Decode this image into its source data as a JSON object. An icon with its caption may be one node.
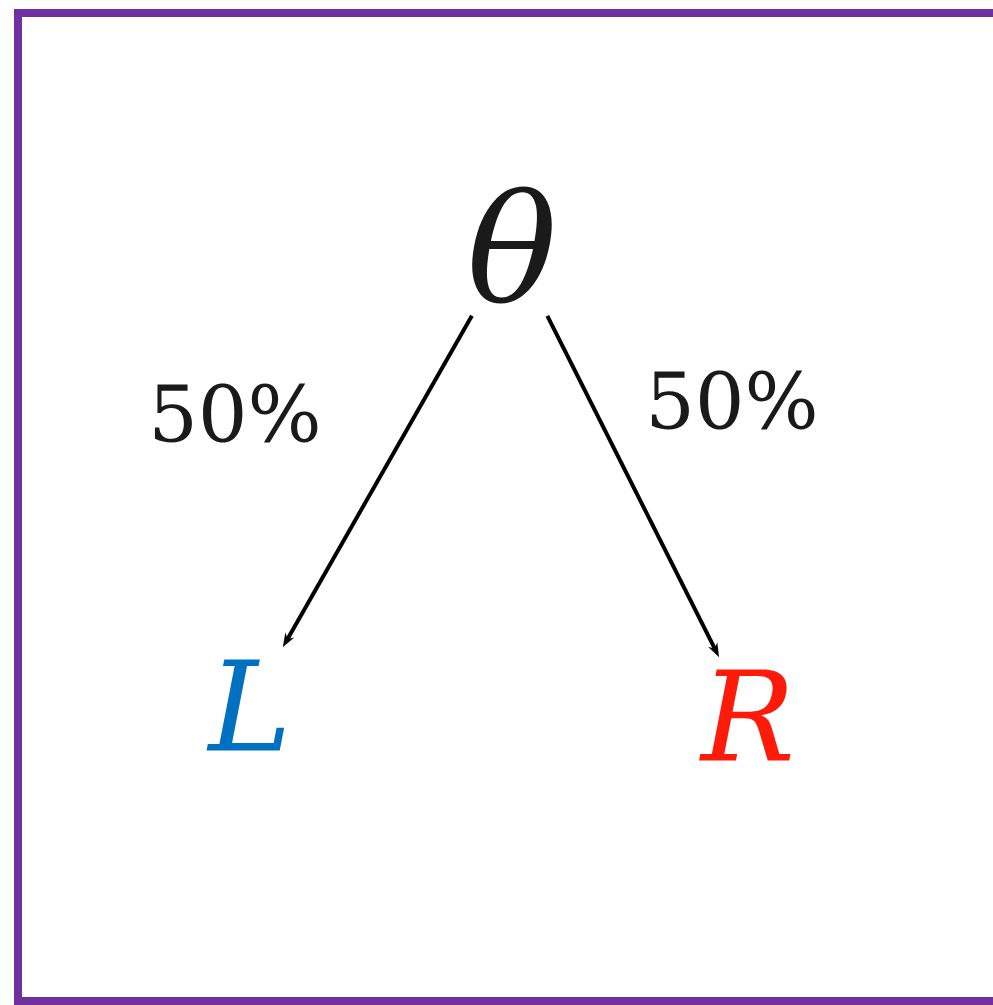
{
  "diagram": {
    "nodes": [
      {
        "text": [
          "θ"
        ]
      },
      {
        "text": [
          "L"
        ]
      },
      {
        "text": [
          "R"
        ]
      }
    ],
    "edges": [
      {
        "from": 0,
        "to": 1,
        "arrow": "to",
        "label": "50%"
      },
      {
        "from": 0,
        "to": 2,
        "arrow": "to",
        "label": "50%"
      }
    ]
  }
}
